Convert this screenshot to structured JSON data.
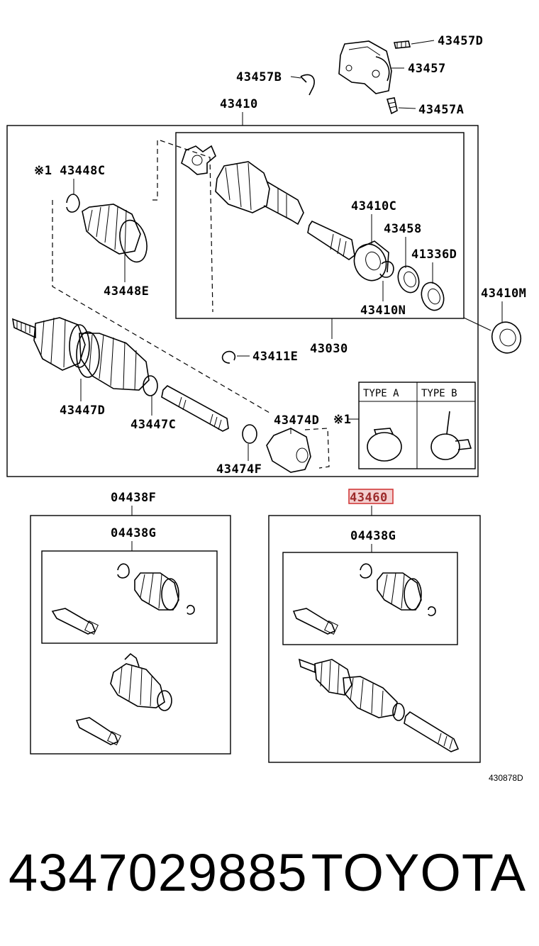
{
  "labels": {
    "p43457D": "43457D",
    "p43457": "43457",
    "p43457B": "43457B",
    "p43457A": "43457A",
    "p43410": "43410",
    "p43448C": "※1 43448C",
    "p43448E": "43448E",
    "p43410C": "43410C",
    "p43458": "43458",
    "p41336D": "41336D",
    "p43410M": "43410M",
    "p43410N": "43410N",
    "p43030": "43030",
    "p43411E": "43411E",
    "p43447D": "43447D",
    "p43447C": "43447C",
    "p43474D": "43474D",
    "p43474F": "43474F",
    "note1": "※1",
    "typeA": "TYPE A",
    "typeB": "TYPE B",
    "p04438F": "04438F",
    "p04438G_left": "04438G",
    "p43460": "43460",
    "p04438G_right": "04438G",
    "diagram_code": "430878D"
  },
  "footer": {
    "part_number": "4347029885",
    "brand": "TOYOTA"
  },
  "colors": {
    "highlight": "#d23a3a",
    "highlight_fill": "#f3d0d0"
  }
}
